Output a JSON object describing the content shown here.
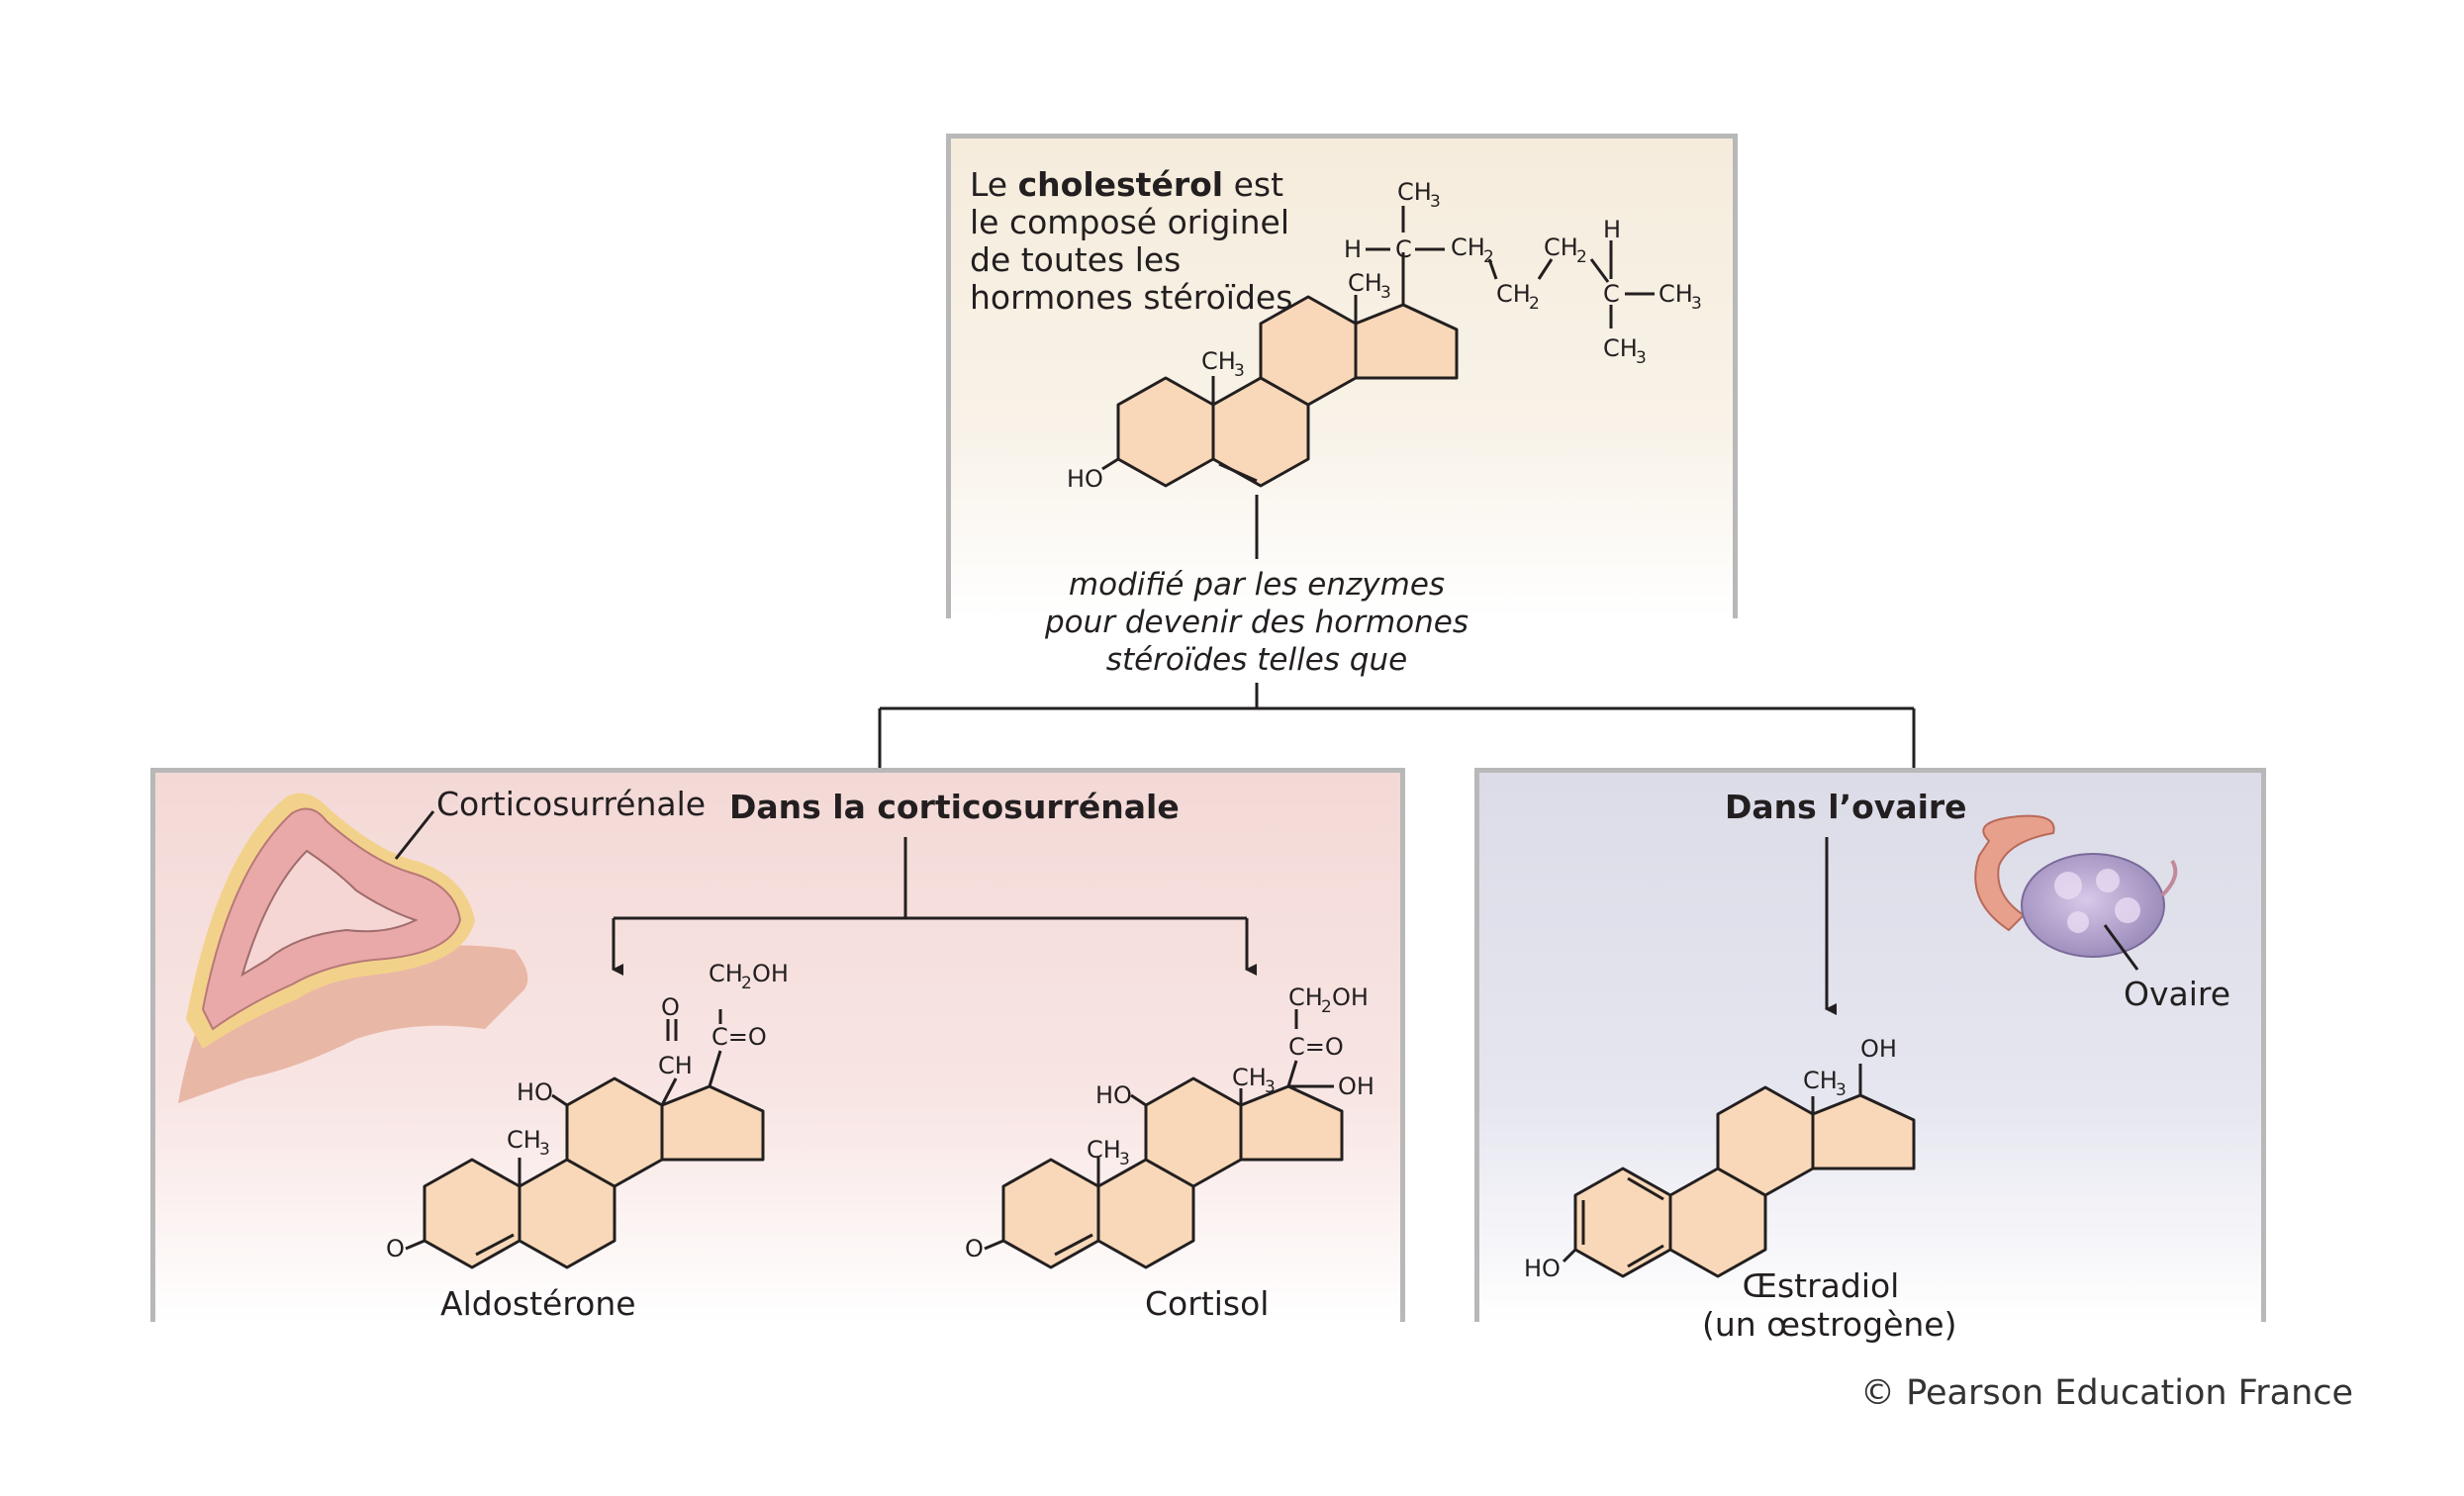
{
  "cholesterol": {
    "intro_pre": "Le ",
    "intro_bold": "cholestérol",
    "intro_post": " est le composé originel de toutes les hormones stéroïdes.",
    "modification_note": "modifié par les enzymes pour devenir des hormones stéroïdes telles que"
  },
  "adrenal": {
    "heading": "Dans la corticosurrénale",
    "organ_label": "Corticosurrénale",
    "hormone_1": "Aldostérone",
    "hormone_2": "Cortisol"
  },
  "ovary": {
    "heading": "Dans l’ovaire",
    "organ_label": "Ovaire",
    "hormone_line_1": "Œstradiol",
    "hormone_line_2": "(un œstrogène)"
  },
  "chem_labels": {
    "ch3": "CH",
    "sub3": "3",
    "ch2": "CH",
    "sub2": "2",
    "h": "H",
    "c": "C",
    "ho": "HO",
    "oh": "OH",
    "o": "O",
    "ch": "CH",
    "ch2oh_a": "CH",
    "ch2oh_b": "OH",
    "co": "C=O"
  },
  "copyright": "© Pearson Education France",
  "colors": {
    "ring_fill": "#f8d8b8",
    "adrenal_panel": "#f3d9d6",
    "ovary_panel": "#dcdce8",
    "chol_panel": "#f5ecdc"
  }
}
